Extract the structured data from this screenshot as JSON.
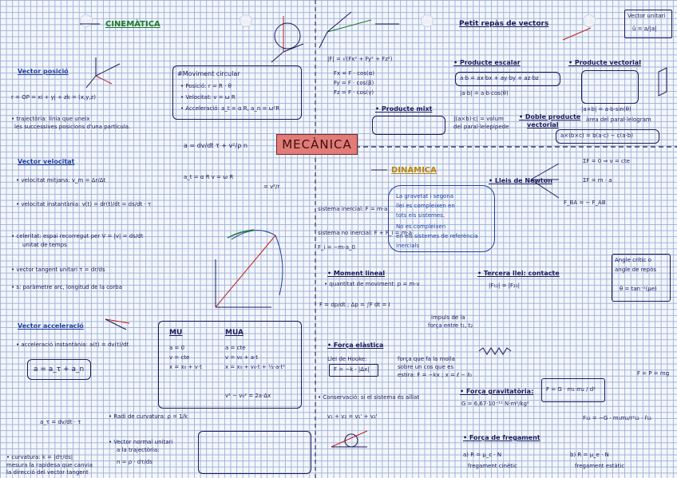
{
  "title": "MECÀNICA",
  "sections": {
    "cinematica": "CINEMÀTICA",
    "dinamica": "DINÀMICA",
    "vectors": "Petit repàs de vectors"
  },
  "left": {
    "posicio": "Vector posició",
    "posicio_eq": "r = OP = xi + yj + zk = (x,y,z)",
    "trajectoria": "• trajectòria: línia que uneix",
    "trajectoria2": "les successives posicions d'una partícula.",
    "velocitat": "Vector velocitat",
    "vel_mitjana": "• velocitat mitjana:  v_m = Δr/Δt",
    "vel_inst": "• velocitat instantània:  v(t) = dr(t)/dt = ds/dt · τ",
    "celeritat": "• celeritat: espai recorregut per   V = |v| = ds/dt",
    "celeritat2": "unitat de temps",
    "tangent": "• vector tangent unitari   τ = dr/ds",
    "parametre": "• s: paràmetre arc, longitud de la corba",
    "acceleracio": "Vector acceleració",
    "acc_inst": "• acceleració instantània:  a(t) = dv(t)/dt",
    "acc_comp": "a = a_τ + a_n",
    "acc_tang": "a_τ = dv/dt · τ",
    "curvatura": "• curvatura:  k = |dτ/ds|",
    "curvatura2": "mesura la rapidesa que canvia",
    "curvatura3": "la direcció del vector tangent",
    "radi": "• Radi de curvatura: ρ = 1/k",
    "normal": "• Vector normal unitari",
    "normal2": "a la trajectòria:",
    "normal_eq": "n = ρ · dτ/ds"
  },
  "circ": {
    "title": "#Moviment circular",
    "pos": "• Posició: r = R · θ",
    "vel": "• Velocitat: v = ω R",
    "acc": "• Acceleració: a_t = α R,  a_n = ω²R",
    "eq": "a = dv/dt τ + v²/ρ n",
    "rel": "a_t = α R     v = ω R",
    "vr": "= v²/r"
  },
  "mu": {
    "h1": "MU",
    "h2": "MUA",
    "r1c1": "a = 0",
    "r1c2": "a = cte",
    "r2c1": "v = cte",
    "r2c2": "v = v₀ + a·t",
    "r3c1": "x = x₀ + v·t",
    "r3c2": "x = x₀ + v₀·t + ½·a·t²",
    "r4c2": "v² − v₀² = 2a·Δx"
  },
  "vec": {
    "modul": "|F| = √(Fx² + Fy² + Fz²)",
    "fx": "Fx = F · cos(α)",
    "fy": "Fy = F · cos(β)",
    "fz": "Fz = F · cos(γ)",
    "escalar": "• Producte escalar",
    "esc_eq": "a·b = ax·bx + ay·by + az·bz",
    "esc_eq2": "|a·b| = a·b·cos(θ)",
    "vectorial": "• Producte vectorial",
    "vect_eq": "|a×b| = a·b·sin(θ)",
    "vect_note": "àrea del paral·lelogram",
    "mixt": "• Producte mixt",
    "mixt_note": "|(a×b)·c| = volum",
    "mixt_note2": "del paral·lelepípede",
    "doble": "• Doble producte",
    "doble2": "vectorial",
    "doble_eq": "a×(b×c) = b(a·c) − c(a·b)",
    "unitari": "Vector unitari",
    "unitari2": "û = a/|a|"
  },
  "din": {
    "newton": "• Lleis de Newton",
    "n1": "ΣF = 0  ⇒  v = cte",
    "n2": "ΣF = m · a",
    "n3": "F_BA = − F_AB",
    "sist_inerc": "sistema inercial:  F = m·a",
    "sist_no": "sistema no inercial:  F + F_i = m·a",
    "fi": "F_i = −m·a_0",
    "note1": "La gravetat i segona",
    "note2": "llei es compleixen en",
    "note3": "tots els sistemes.",
    "note4": "No es compleixen",
    "note5": "en els sistemes de referència",
    "note6": "inercials",
    "moment": "• Moment lineal",
    "quant": "• quantitat de moviment:  p = m·v",
    "impuls": "F = dp/dt ;  Δp = ∫F dt = I",
    "impuls2": "impuls de la",
    "impuls3": "força entre t₁, t₂",
    "tercera": "• Tercera llei: contacte",
    "tercera_eq": "|F₁₂| = |F₂₁|",
    "elastica": "• Força elàstica",
    "hooke": "Llei de Hooke:",
    "hooke_eq": "F = −k · |Δx|",
    "hooke_note": "força que fa la molla",
    "hooke_note2": "sobre un cos que es",
    "hooke_note3": "estira:  F = −kx ; x = ℓ − ℓ₀",
    "conservacio": "• Conservació: si el sistema és aïllat",
    "cons_eq": "v₁ + v₂ = v₁' + v₂'",
    "gravit": "• Força gravitatòria:",
    "gravit_eq": "F = G · m₁·m₂ / d²",
    "g_const": "G = 6,67·10⁻¹¹ N·m²/kg²",
    "pes": "F = P = mg",
    "vect_grav": "F₁₂ = −G · m₁m₂/r²₁₂ · r̂₁₂",
    "frec": "• Força de fregament",
    "frec_a": "a)  R = μ_c · N",
    "frec_b": "b)  R = μ_e · N",
    "frec_c": "fregament cinètic",
    "frec_d": "fregament estàtic",
    "angle": "Angle crític o",
    "angle2": "angle de repòs",
    "angle_eq": "θ = tan⁻¹(μe)"
  }
}
